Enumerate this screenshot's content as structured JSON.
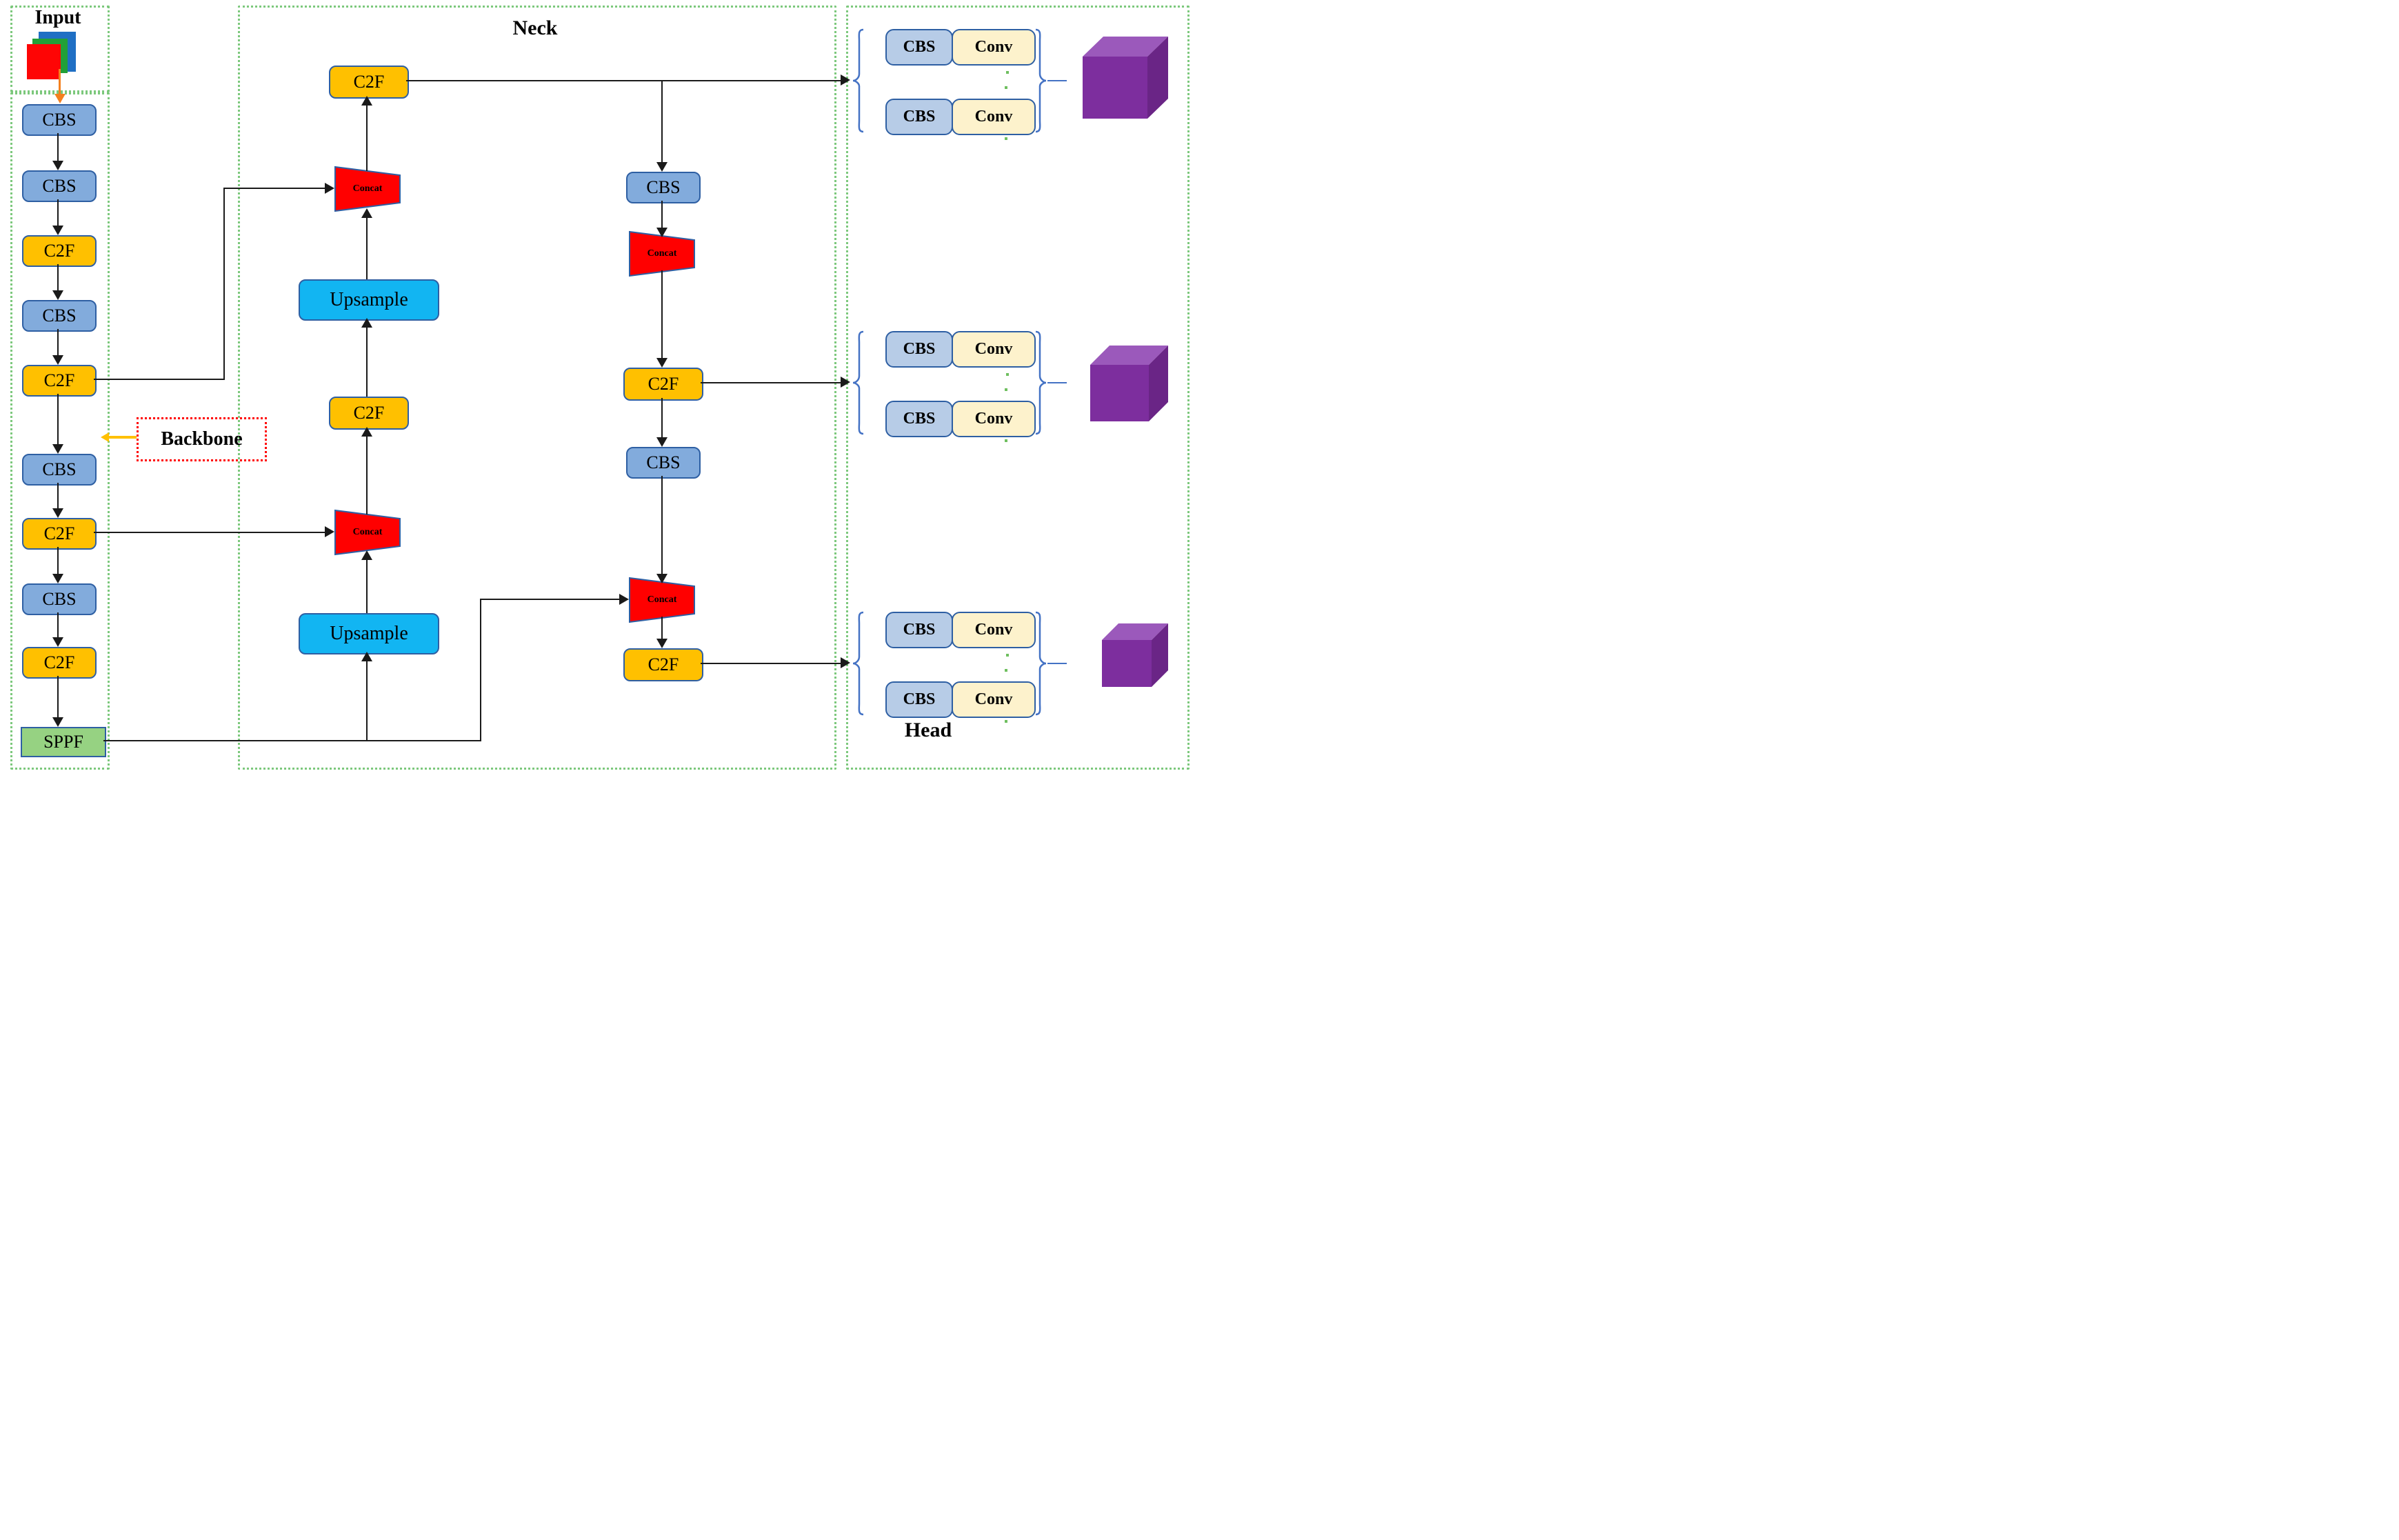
{
  "labels": {
    "input": "Input",
    "backbone": "Backbone",
    "neck": "Neck",
    "head": "Head"
  },
  "backbone": {
    "sequence": [
      "CBS",
      "CBS",
      "C2F",
      "CBS",
      "C2F",
      "CBS",
      "C2F",
      "CBS",
      "C2F",
      "SPPF"
    ]
  },
  "neck": {
    "left_column": [
      "C2F",
      "Concat",
      "Upsample",
      "C2F",
      "Concat",
      "Upsample"
    ],
    "right_column": [
      "CBS",
      "Concat",
      "C2F",
      "CBS",
      "Concat",
      "C2F"
    ]
  },
  "head": {
    "groups": [
      {
        "rows": [
          [
            "CBS",
            "Conv"
          ],
          [
            "CBS",
            "Conv"
          ]
        ],
        "output": "feature-map-large"
      },
      {
        "rows": [
          [
            "CBS",
            "Conv"
          ],
          [
            "CBS",
            "Conv"
          ]
        ],
        "output": "feature-map-medium"
      },
      {
        "rows": [
          [
            "CBS",
            "Conv"
          ],
          [
            "CBS",
            "Conv"
          ]
        ],
        "output": "feature-map-small"
      }
    ]
  },
  "input_squares": [
    "blue",
    "green",
    "red"
  ],
  "colors": {
    "cbs_fill": "#82abdc",
    "head_cbs_fill": "#b7cce7",
    "c2f_fill": "#ffc000",
    "conv_fill": "#fdf2cc",
    "sppf_fill": "#96d282",
    "upsample_fill": "#12b5f2",
    "concat_fill": "#ff0000",
    "block_border": "#2e5fa3",
    "region_dots_green": "#7cc87c",
    "backbone_label_dots_red": "#ff0000",
    "arrow_yellow": "#ffc000",
    "arrow_orange": "#f4801f",
    "flow_line": "#1a1a1a",
    "brace_blue": "#4472c4",
    "cube_front": "#7d2e9e",
    "cube_top": "#9b59bb",
    "cube_side": "#6a2586",
    "input_blue": "#1f6fc4",
    "input_green": "#21a038",
    "input_red": "#fe0505"
  }
}
